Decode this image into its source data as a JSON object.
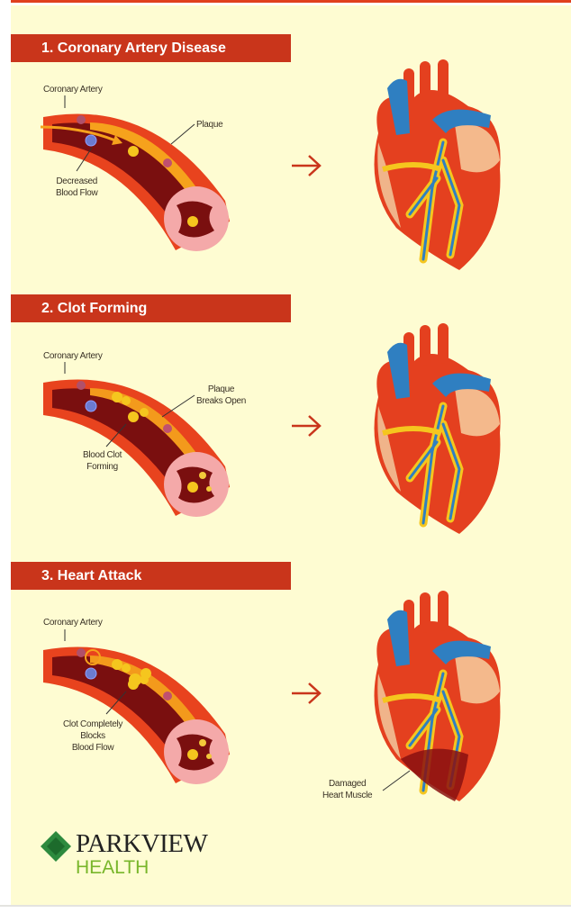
{
  "sections": [
    {
      "title": "1. Coronary Artery Disease",
      "labels": {
        "artery": "Coronary Artery",
        "a": "Plaque",
        "b1": "Decreased",
        "b2": "Blood Flow"
      }
    },
    {
      "title": "2. Clot Forming",
      "labels": {
        "artery": "Coronary Artery",
        "a1": "Plaque",
        "a2": "Breaks Open",
        "b1": "Blood Clot",
        "b2": "Forming"
      }
    },
    {
      "title": "3. Heart Attack",
      "labels": {
        "artery": "Coronary Artery",
        "b1": "Clot Completely",
        "b2": "Blocks",
        "b3": "Blood Flow",
        "d1": "Damaged",
        "d2": "Heart Muscle"
      }
    }
  ],
  "logo": {
    "name": "PARKVIEW",
    "sub": "HEALTH"
  },
  "colors": {
    "header": "#c9351b",
    "background": "#fefcd2",
    "artery": "#e8431e",
    "blood": "#7a0f0f",
    "plaque": "#f6a21c",
    "heart_red": "#e4401f",
    "vein_blue": "#2f7fc1",
    "fat_yellow": "#f5c61e",
    "logo_green": "#78b62a"
  }
}
